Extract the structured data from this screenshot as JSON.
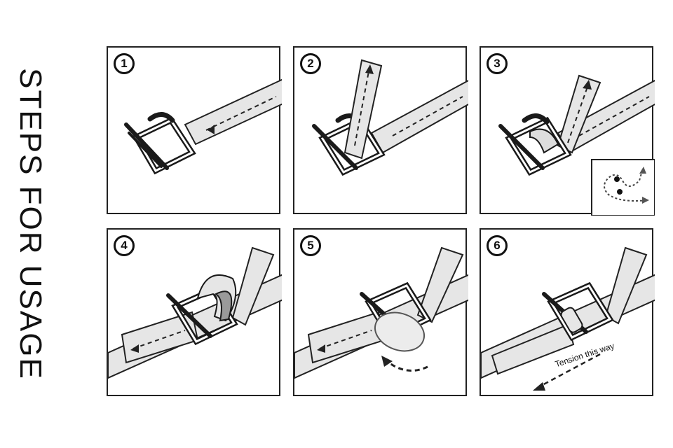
{
  "title": "STEPS FOR USAGE",
  "steps": [
    {
      "number": "1"
    },
    {
      "number": "2"
    },
    {
      "number": "3"
    },
    {
      "number": "4"
    },
    {
      "number": "5"
    },
    {
      "number": "6"
    }
  ],
  "annotations": {
    "tension": "Tension this way"
  },
  "colors": {
    "line": "#222222",
    "strap": "#e6e6e6",
    "strap_shadow": "#9a9a9a",
    "buckle": "#1a1a1a"
  },
  "icons": [
    "buckle-icon",
    "strap-icon",
    "arrow-icon",
    "rotate-arrow-icon",
    "threading-inset-icon"
  ]
}
